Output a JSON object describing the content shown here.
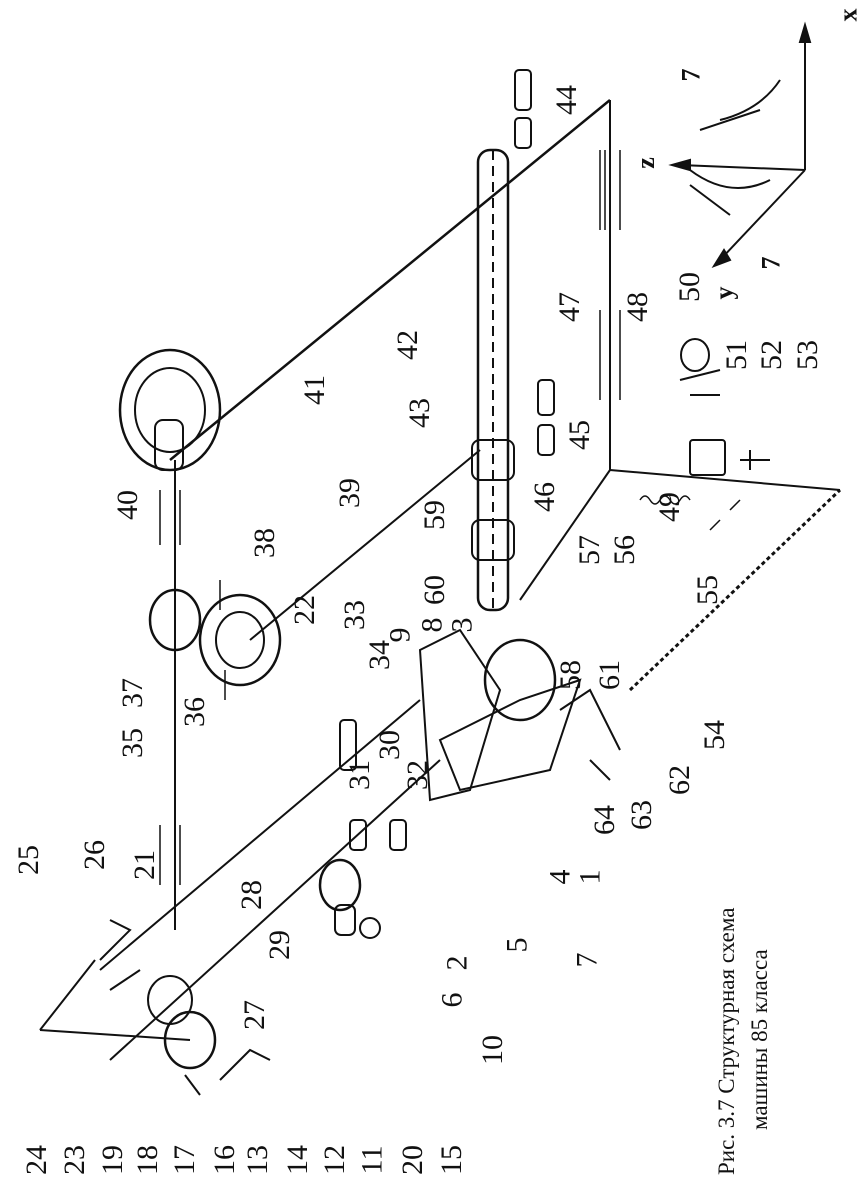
{
  "caption": {
    "line1": "Рис. 3.7 Структурная схема",
    "line2": "машины 85 класса"
  },
  "axes": {
    "x": "x",
    "y": "y",
    "z": "z",
    "seven_a": "7",
    "seven_b": "7"
  },
  "labels": [
    "1",
    "2",
    "3",
    "4",
    "5",
    "6",
    "7",
    "8",
    "9",
    "10",
    "11",
    "12",
    "13",
    "14",
    "15",
    "16",
    "17",
    "18",
    "19",
    "20",
    "21",
    "22",
    "23",
    "24",
    "25",
    "26",
    "27",
    "28",
    "29",
    "30",
    "31",
    "32",
    "33",
    "34",
    "35",
    "36",
    "37",
    "38",
    "39",
    "40",
    "41",
    "42",
    "43",
    "44",
    "45",
    "46",
    "47",
    "48",
    "49",
    "50",
    "51",
    "52",
    "53",
    "54",
    "55",
    "56",
    "57",
    "58",
    "59",
    "60",
    "61",
    "62",
    "63",
    "64"
  ]
}
